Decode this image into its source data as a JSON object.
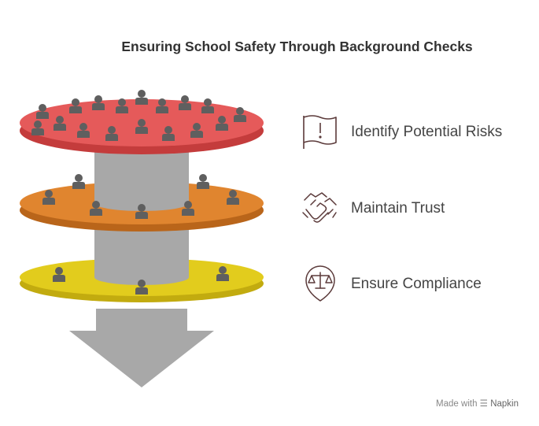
{
  "title": "Ensuring School Safety Through Background Checks",
  "layers": [
    {
      "label": "Identify Potential Risks",
      "icon": "flag-icon",
      "color": "#e55a5a",
      "edge": "#c43c3c"
    },
    {
      "label": "Maintain Trust",
      "icon": "handshake-icon",
      "color": "#e0852f",
      "edge": "#b9651a"
    },
    {
      "label": "Ensure Compliance",
      "icon": "scales-icon",
      "color": "#e2cc1d",
      "edge": "#c2ab0f"
    }
  ],
  "colors": {
    "arrow": "#a8a8a8",
    "person": "#5f5f5f",
    "icon_stroke": "#5b3a3a",
    "text": "#444444"
  },
  "credit": {
    "prefix": "Made with",
    "brand": "Napkin"
  }
}
